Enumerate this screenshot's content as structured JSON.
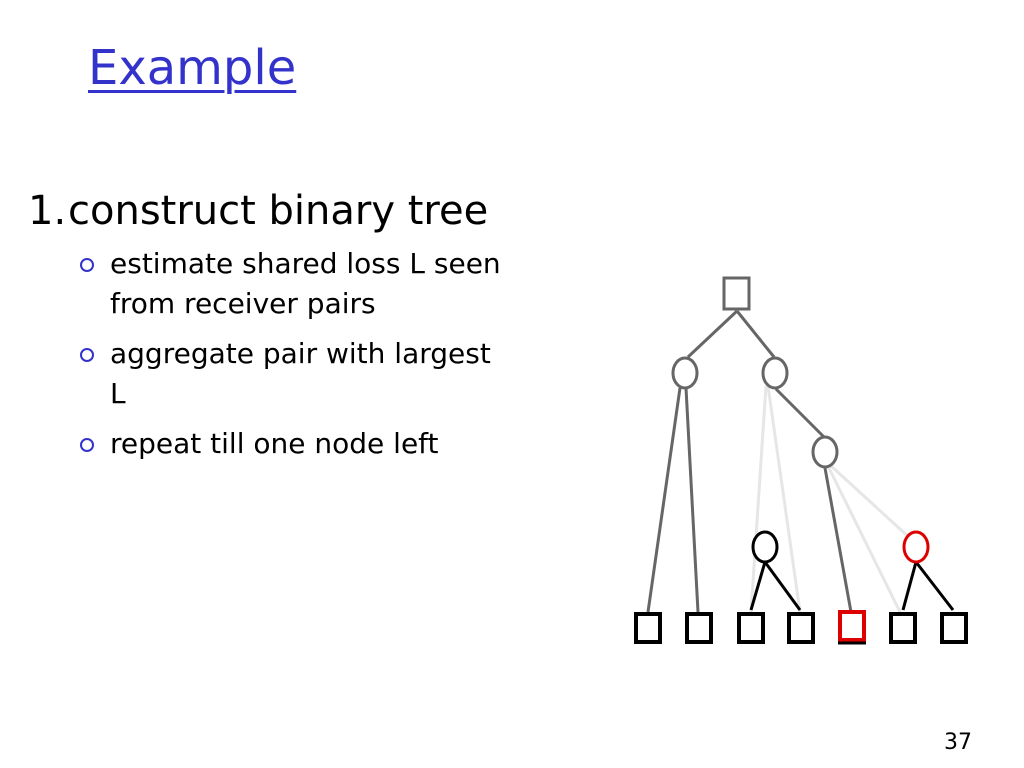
{
  "slide": {
    "title": "Example",
    "page_number": "37"
  },
  "content": {
    "step_number": "1.",
    "step_text": "construct binary tree",
    "bullets": [
      "estimate shared loss L seen from receiver pairs",
      "aggregate pair with largest L",
      "repeat till one node left"
    ]
  },
  "colors": {
    "title": "#3333cc",
    "bullet": "#3333cc",
    "tree_gray": "#666666",
    "tree_faded": "#e6e6e6",
    "tree_black": "#000000",
    "highlight": "#dd0000"
  }
}
